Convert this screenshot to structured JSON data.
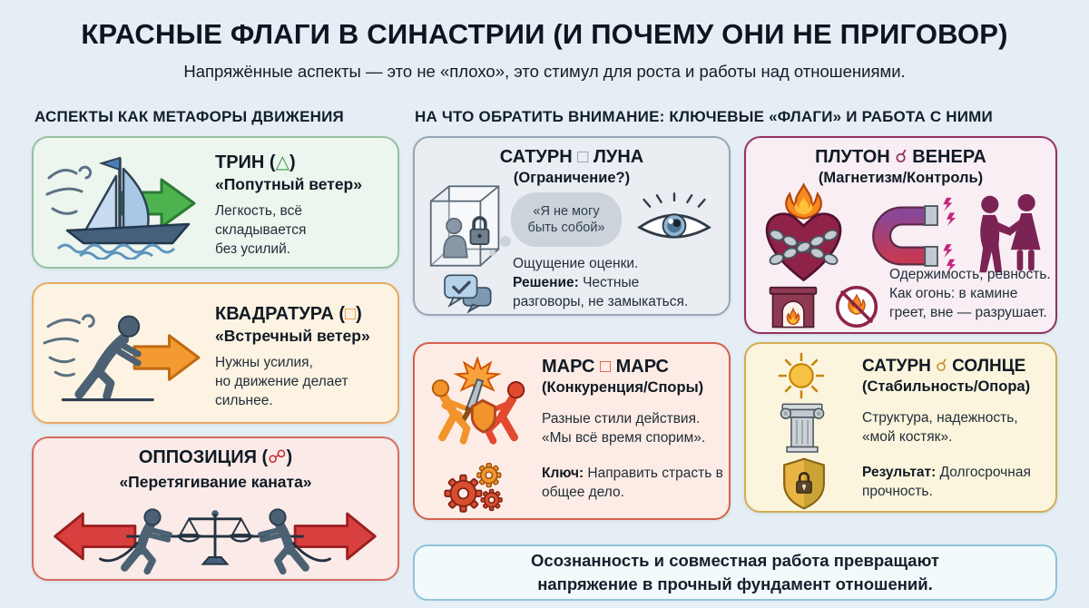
{
  "page": {
    "title": "КРАСНЫЕ ФЛАГИ В СИНАСТРИИ (И ПОЧЕМУ ОНИ НЕ ПРИГОВОР)",
    "subtitle": "Напряжённые аспекты — это не «плохо», это стимул для роста и работы над отношениями."
  },
  "left": {
    "header": "АСПЕКТЫ КАК МЕТАФОРЫ ДВИЖЕНИЯ",
    "trin": {
      "title_pre": "ТРИН (",
      "symbol": "△",
      "title_post": ")",
      "metaphor": "«Попутный ветер»",
      "body_lines": [
        "Легкость, всё",
        "складывается",
        "без усилий."
      ],
      "icon": "sailboat-tailwind-icon",
      "accent": "#4db34f"
    },
    "kvadratura": {
      "title_pre": "КВАДРАТУРА (",
      "symbol": "□",
      "title_post": ")",
      "metaphor": "«Встречный ветер»",
      "body_lines": [
        "Нужны усилия,",
        "но движение делает",
        "сильнее."
      ],
      "icon": "man-pushing-arrow-icon",
      "accent": "#f39b31"
    },
    "opposition": {
      "title_pre": "ОППОЗИЦИЯ (",
      "symbol": "☍",
      "title_post": ")",
      "metaphor": "«Перетягивание каната»",
      "icon": "tug-of-war-icon",
      "accent": "#d84040"
    }
  },
  "right": {
    "header": "НА ЧТО ОБРАТИТЬ ВНИМАНИЕ: КЛЮЧЕВЫЕ «ФЛАГИ» И РАБОТА С НИМИ",
    "saturn_luna": {
      "title_pre": "САТУРН ",
      "symbol": "□",
      "title_post": " ЛУНА",
      "subtitle": "(Ограничение?)",
      "thought": "«Я не могу быть собой»",
      "line1": "Ощущение оценки.",
      "line2_label": "Решение:",
      "line2_text": " Честные разговоры, не замыкаться.",
      "icons": [
        "person-in-cage-icon",
        "thought-cloud",
        "eye-icon",
        "chat-bubbles-icon"
      ]
    },
    "pluto_venera": {
      "title_pre": "ПЛУТОН ",
      "symbol": "☌",
      "title_post": " ВЕНЕРА",
      "subtitle": "(Магнетизм/Контроль)",
      "line1": "Одержимость, ревность.",
      "line2_lines": [
        "Как огонь: в камине",
        "греет, вне — разрушает."
      ],
      "icons": [
        "chained-burning-heart-icon",
        "magnet-icon",
        "couple-icon",
        "fireplace-icon",
        "no-open-fire-icon"
      ]
    },
    "mars_mars": {
      "title_pre": "МАРС ",
      "symbol": "□",
      "title_post": " МАРС",
      "subtitle": "(Конкуренция/Споры)",
      "line1": "Разные стили действия.",
      "line2": "«Мы всё время спорим».",
      "line3_label": "Ключ:",
      "line3_text": " Направить страсть в общее дело.",
      "icons": [
        "sword-fight-icon",
        "gears-icon"
      ]
    },
    "saturn_solnce": {
      "title_pre": "САТУРН ",
      "symbol": "☌",
      "title_post": " СОЛНЦЕ",
      "subtitle": "(Стабильность/Опора)",
      "line1_lines": [
        "Структура, надежность,",
        "«мой костяк»."
      ],
      "line2_label": "Результат:",
      "line2_text": " Долгосрочная прочность.",
      "icons": [
        "sun-icon",
        "column-icon",
        "shield-lock-icon"
      ]
    }
  },
  "footer": {
    "note_line1": "Осознанность и совместная работа превращают",
    "note_line2": "напряжение в прочный фундамент отношений."
  },
  "colors": {
    "page_background": "#e4eef4",
    "trin_border": "#96c1a1",
    "kvadratura_border": "#e7ab63",
    "opposition_border": "#d96b5e",
    "saturn_luna_border": "#97a6b7",
    "pluto_venera_border": "#93335f",
    "mars_border": "#d5604b",
    "saturn_sun_border": "#d3ad55",
    "note_border": "#8fc3da",
    "green_arrow": "#4db34f",
    "orange_arrow": "#f39b31",
    "red_arrow": "#d84040",
    "heart": "#8e2347",
    "figure_slate": "#4c6173",
    "gold_shield": "#e8b545"
  }
}
